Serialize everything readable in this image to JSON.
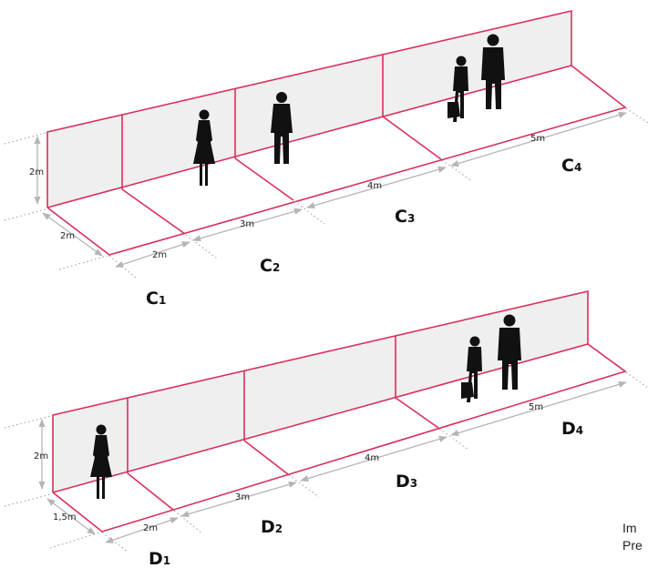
{
  "colors": {
    "edge": "#d9305a",
    "wall": "#efefef",
    "arrow": "#b5b5b5",
    "figure": "#111111"
  },
  "diagram_top": {
    "height_label": "2m",
    "depth_label": "2m",
    "segments": [
      {
        "dim": "2m",
        "zone": "C",
        "num": "1"
      },
      {
        "dim": "3m",
        "zone": "C",
        "num": "2"
      },
      {
        "dim": "4m",
        "zone": "C",
        "num": "3"
      },
      {
        "dim": "5m",
        "zone": "C",
        "num": "4"
      }
    ]
  },
  "diagram_bottom": {
    "height_label": "2m",
    "depth_label": "1,5m",
    "segments": [
      {
        "dim": "2m",
        "zone": "D",
        "num": "1"
      },
      {
        "dim": "3m",
        "zone": "D",
        "num": "2"
      },
      {
        "dim": "4m",
        "zone": "D",
        "num": "3"
      },
      {
        "dim": "5m",
        "zone": "D",
        "num": "4"
      }
    ]
  },
  "side_text": {
    "line1": "Im",
    "line2": "Pre"
  }
}
